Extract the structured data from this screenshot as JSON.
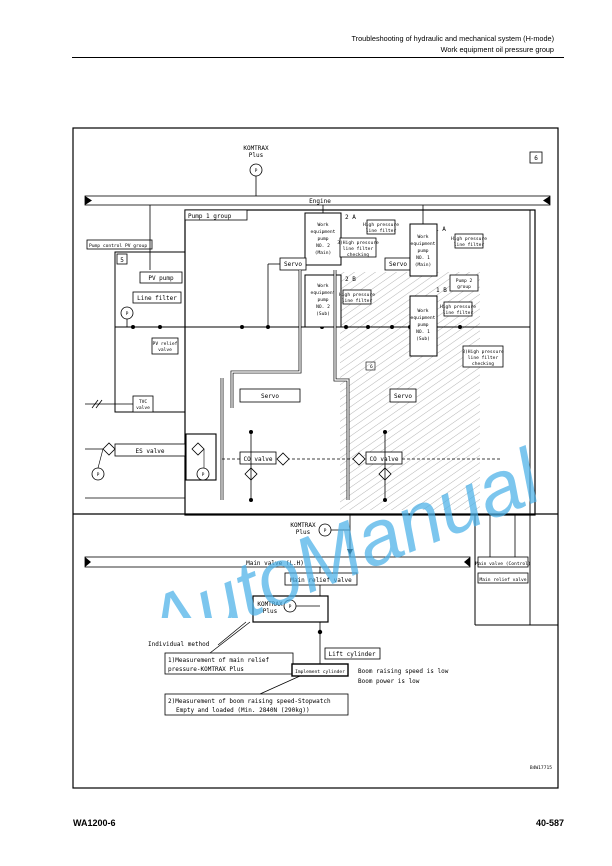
{
  "header": {
    "line1": "Troubleshooting of hydraulic and mechanical system (H-mode)",
    "line2": "Work equipment oil pressure group"
  },
  "footer": {
    "model": "WA1200-6",
    "page": "40-587"
  },
  "diagram": {
    "komtrax_top": [
      "KOMTRAX",
      "Plus"
    ],
    "gauge": "P",
    "box6": "6",
    "box5": "5",
    "engine": "Engine",
    "pump1_group": "Pump 1 group",
    "pump_control_group": "Pump control PV group",
    "pump2_group": [
      "Pump 2",
      "group"
    ],
    "label_2a": "2 A",
    "label_2b": "2 B",
    "label_1a": "1 A",
    "label_1b": "1 B",
    "marker_6": "6",
    "wep2_main": [
      "Work",
      "equipment",
      "pump",
      "NO. 2",
      "(Main)"
    ],
    "wep2_sub": [
      "Work",
      "equipment",
      "pump",
      "NO. 2",
      "(Sub)"
    ],
    "wep1_main": [
      "Work",
      "equipment",
      "pump",
      "NO. 1",
      "(Main)"
    ],
    "wep1_sub": [
      "Work",
      "equipment",
      "pump",
      "NO. 1",
      "(Sub)"
    ],
    "hp_filter": [
      "High pressure",
      "line filter"
    ],
    "check3": [
      "3)High pressure",
      "line filter",
      "checking"
    ],
    "pv_pump": "PV pump",
    "line_filter": "Line filter",
    "pv_relief": [
      "PV relief",
      "valve"
    ],
    "tvc": [
      "TVC",
      "valve"
    ],
    "servo": "Servo",
    "es_valve": "ES valve",
    "co_valve": "CO valve",
    "komtrax_mid": [
      "KOMTRAX",
      "Plus"
    ],
    "main_valve_lh": "Main valve (L.H)",
    "main_relief": "Main relief valve",
    "main_valve_control": "Main valve (Control)",
    "komtrax_low": [
      "KOMTRAX",
      "Plus"
    ],
    "individual_method": "Individual method",
    "m1": [
      "1)Measurement of main relief",
      "pressure-KOMTRAX Plus"
    ],
    "lift_cylinder": "Lift cylinder",
    "implement_cylinder": "Implement cylinder",
    "boom_speed": "Boom raising speed is low",
    "boom_power": "Boom power is low",
    "m2": [
      "2)Measurement of boom raising speed-Stopwatch",
      "Empty and loaded (Min. 2840N (290kg))"
    ],
    "fig_code": "B4W17715"
  },
  "watermark": "AutoManual"
}
